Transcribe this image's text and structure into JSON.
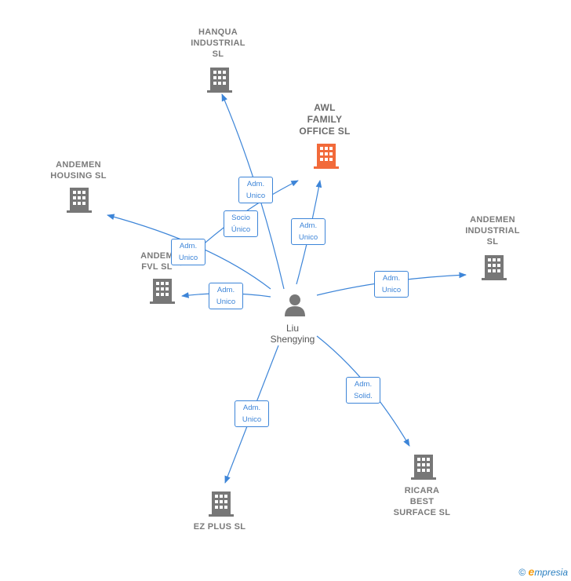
{
  "colors": {
    "edge": "#3d85d8",
    "company": "#777777",
    "focus_company": "#f26a3a",
    "person": "#777777"
  },
  "nodes": {
    "hanqua": "HANQUA\nINDUSTRIAL\nSL",
    "awl": "AWL\nFAMILY\nOFFICE  SL",
    "housing": "ANDEMEN\nHOUSING  SL",
    "andemen_industrial": "ANDEMEN\nINDUSTRIAL\nSL",
    "fvl": "ANDEM\nFVL  SL",
    "ez_plus": "EZ PLUS  SL",
    "ricara": "RICARA\nBEST\nSURFACE  SL",
    "person": "Liu\nShengying"
  },
  "edges": {
    "hanqua": "Adm.\nUnico",
    "awl_socio": "Socio\nÚnico",
    "awl_adm": "Adm.\nUnico",
    "housing": "Adm.\nUnico",
    "fvl": "Adm.\nUnico",
    "andemen_industrial": "Adm.\nUnico",
    "ricara": "Adm.\nSolid.",
    "ez_plus": "Adm.\nUnico"
  },
  "brand": {
    "copyright": "©",
    "e": "e",
    "name": "mpresia"
  }
}
